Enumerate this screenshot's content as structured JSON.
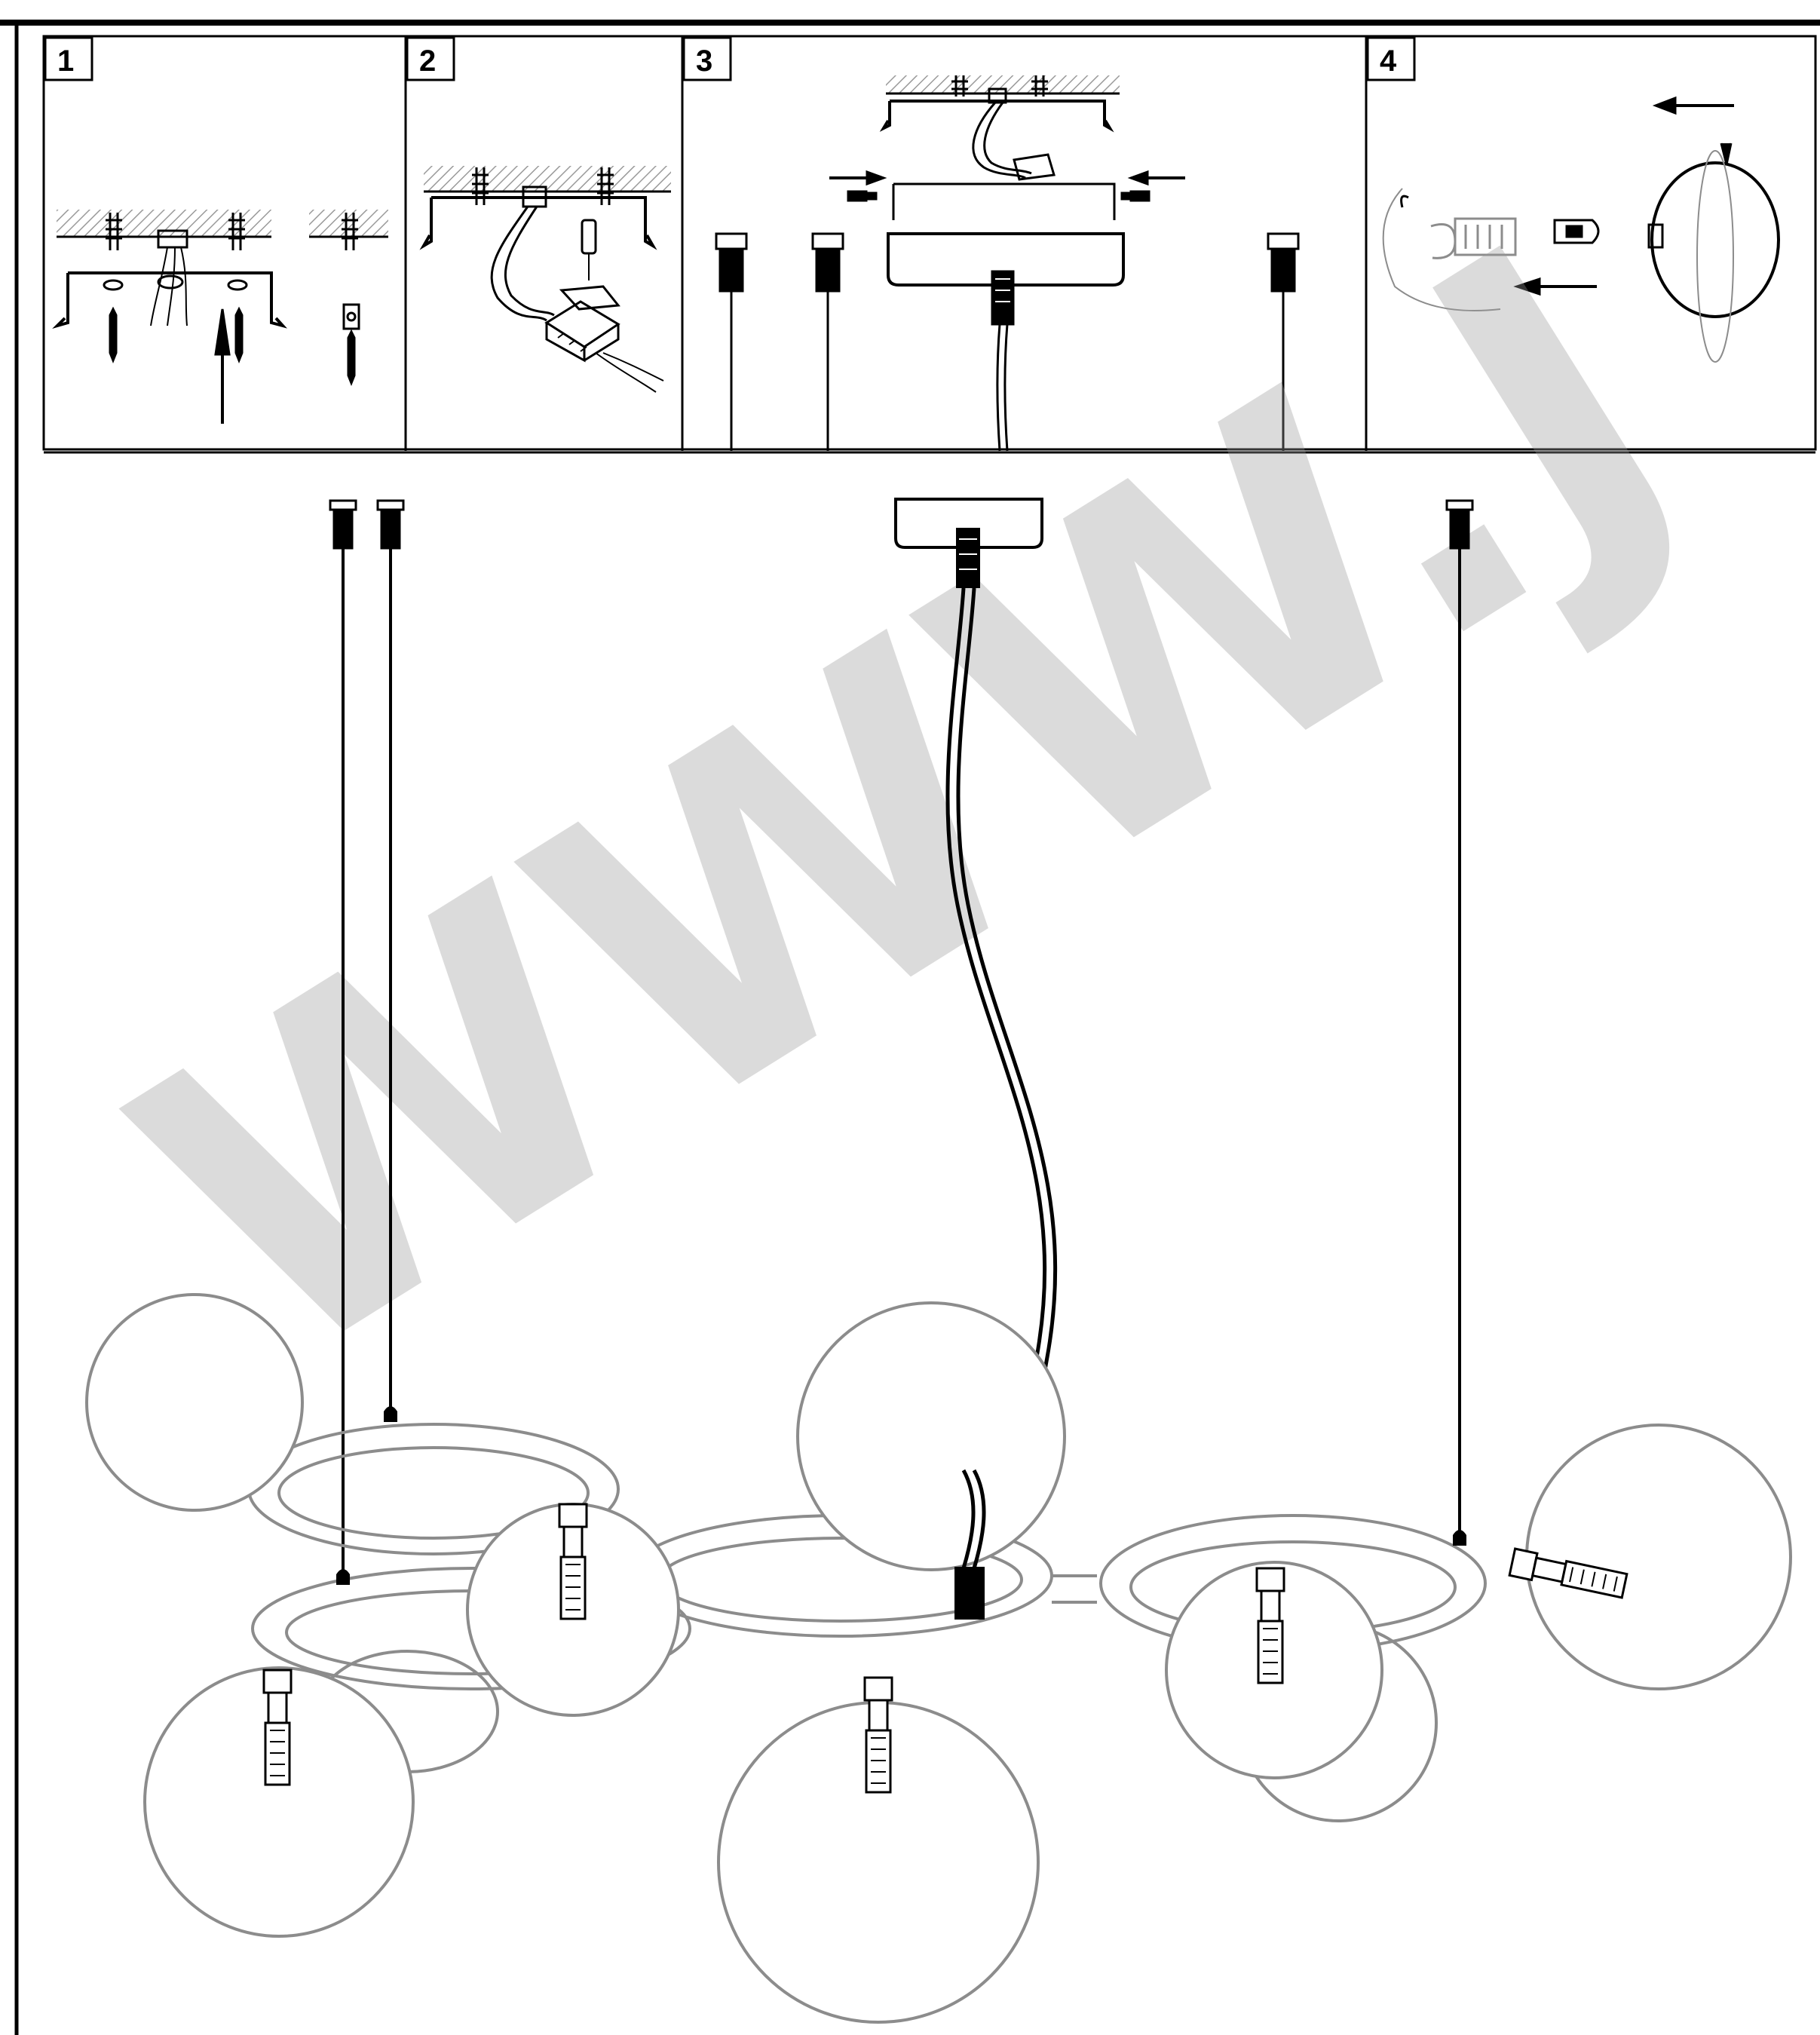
{
  "steps": [
    {
      "number": "1"
    },
    {
      "number": "2"
    },
    {
      "number": "3"
    },
    {
      "number": "4"
    }
  ],
  "watermark": {
    "text": "WWW.J"
  },
  "colors": {
    "line": "#000000",
    "globe": "#8c8c8c",
    "background": "#ffffff",
    "hatch": "#9a9a9a"
  }
}
